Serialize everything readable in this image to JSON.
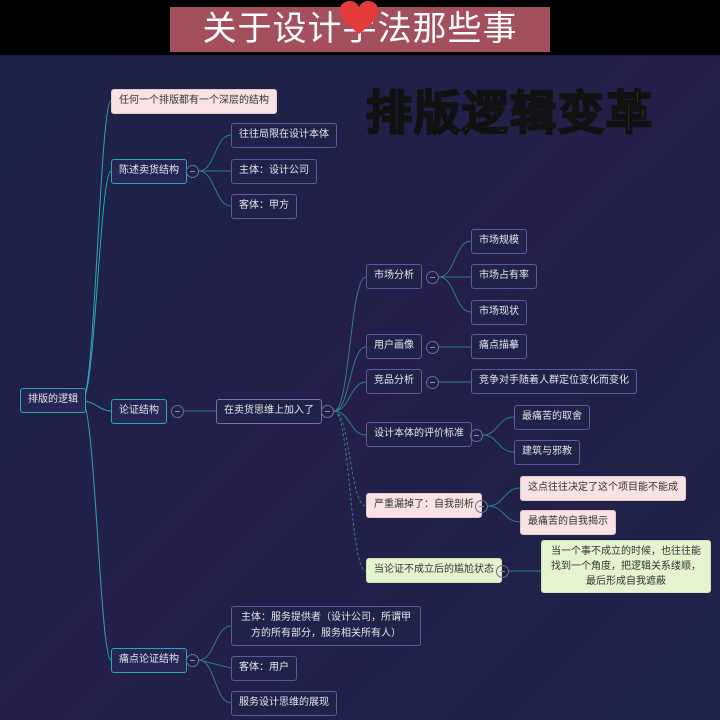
{
  "banner": {
    "title": "关于设计手法那些事",
    "heart_icon": "heart-icon",
    "heart_color": "#e63b3b"
  },
  "overlay_title": "排版逻辑变革",
  "root": "排版的逻辑",
  "n1": "任何一个排版都有一个深层的结构",
  "n2": {
    "label": "陈述卖货结构",
    "children": [
      "往往局限在设计本体",
      "主体：设计公司",
      "客体：甲方"
    ]
  },
  "n3": {
    "label": "论证结构",
    "sub": "在卖货思维上加入了",
    "market": {
      "label": "市场分析",
      "children": [
        "市场规模",
        "市场占有率",
        "市场现状"
      ]
    },
    "user": {
      "label": "用户画像",
      "children": [
        "痛点描摹"
      ]
    },
    "comp": {
      "label": "竞品分析",
      "children": [
        "竞争对手随着人群定位变化而变化"
      ]
    },
    "eval": {
      "label": "设计本体的评价标准",
      "children": [
        "最痛苦的取舍",
        "建筑与邪教"
      ]
    },
    "self": {
      "label": "严重漏掉了：自我剖析",
      "children": [
        "这点往往决定了这个项目能不能成",
        "最痛苦的自我揭示"
      ]
    },
    "fail": {
      "label": "当论证不成立后的尴尬状态",
      "children": [
        "当一个事不成立的时候，也往往能找到一个角度，把逻辑关系缕顺，最后形成自我遮蔽"
      ]
    }
  },
  "n4": {
    "label": "痛点论证结构",
    "children": [
      "主体：服务提供者（设计公司，所谓甲方的所有部分，服务相关所有人）",
      "客体：用户",
      "服务设计思维的展现"
    ]
  }
}
